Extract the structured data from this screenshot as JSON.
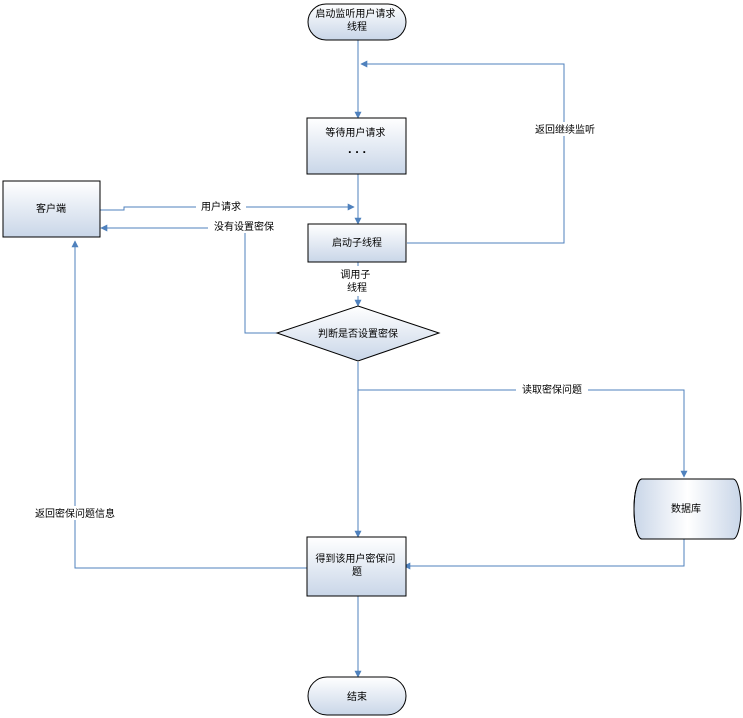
{
  "colors": {
    "stroke": "#000000",
    "fill_top": "#ffffff",
    "fill_bottom": "#c9d6e8",
    "edge": "#4f81bd"
  },
  "nodes": {
    "start": [
      "启动监听用户请求",
      "线程"
    ],
    "wait": [
      "等待用户请求",
      ". . ."
    ],
    "client": [
      "客户端"
    ],
    "start_sub": [
      "启动子线程"
    ],
    "decision": [
      "判断是否设置密保"
    ],
    "database": [
      "数据库"
    ],
    "get_q": [
      "得到该用户密保问",
      "题"
    ],
    "end": [
      "结束"
    ]
  },
  "edge_labels": {
    "continue_listen": "返回继续监听",
    "user_request": "用户请求",
    "no_security": "没有设置密保",
    "call_sub": [
      "调用子",
      "线程"
    ],
    "read_q": "读取密保问题",
    "return_info": "返回密保问题信息"
  }
}
